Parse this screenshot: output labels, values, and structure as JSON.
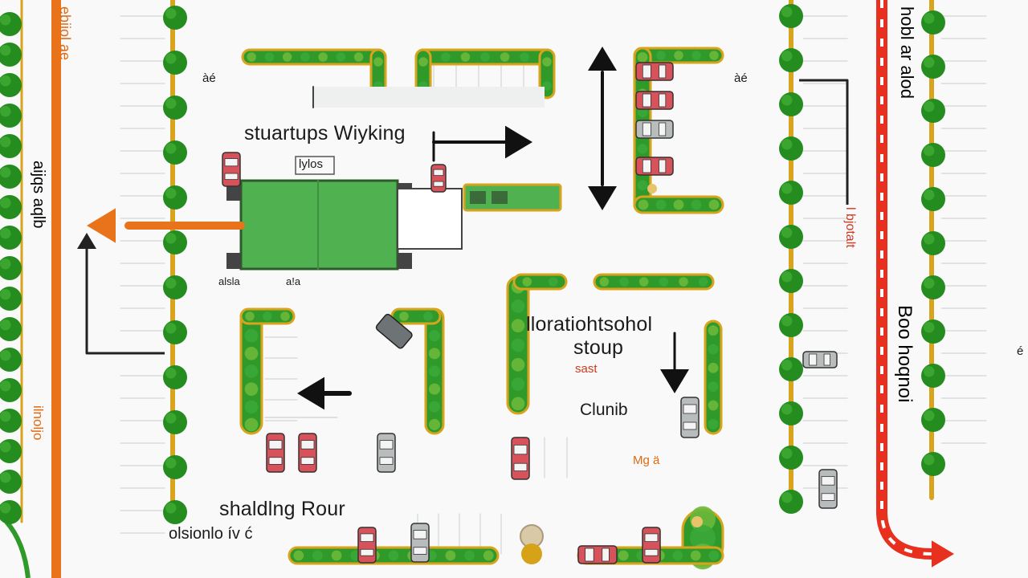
{
  "labels": {
    "building_main": "stuartups Wiyking",
    "building_sign": "lylos",
    "building_tag_1": "alsla",
    "building_tag_2": "a!a",
    "lot_center_1": "lloratiohtsohol",
    "lot_center_2": "stoup",
    "lot_center_small": "sast",
    "lot_center_club": "Clunib",
    "lot_center_tag": "Mg ä",
    "bottom_1": "shaldlng Rour",
    "bottom_2": "olsionlo ív ć",
    "tag_top_left": "àé",
    "tag_top_right": "àé",
    "tag_right_small": "é"
  },
  "vertical_labels": {
    "far_left_top": "ebiiol ae",
    "far_left_mid": "aijqs aqlb",
    "far_left_bottom": "ilnoljo",
    "right_road_top": "hobl ar alod",
    "right_road_mid": "l bjotalt",
    "right_road_bottom": "Boo hoqnoi"
  },
  "colors": {
    "road_orange": "#e8731b",
    "route_red": "#e8301f",
    "hedge_green": "#2f9a2a",
    "hedge_edge": "#d8a41e",
    "tree_green": "#258c20",
    "building_green": "#4fb14f",
    "car_red": "#d7525a",
    "car_gray": "#b9bcbd"
  }
}
